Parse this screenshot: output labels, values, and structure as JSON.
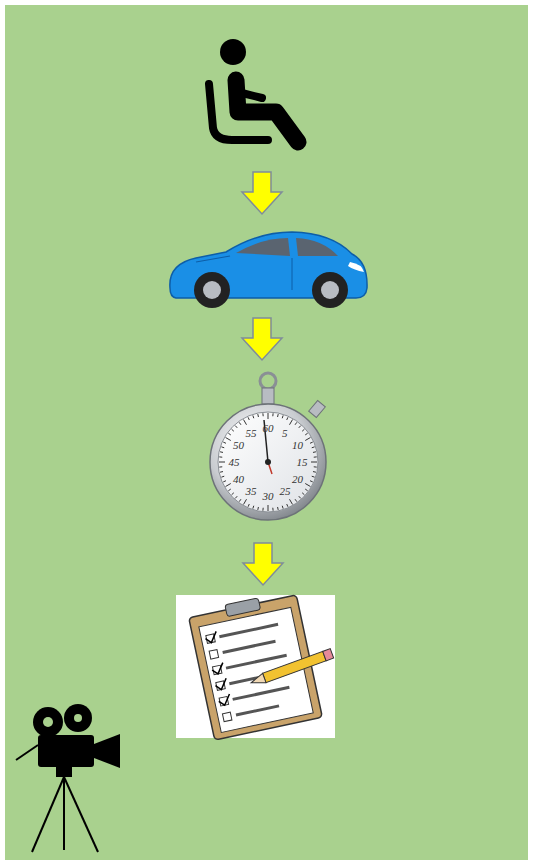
{
  "diagram": {
    "labels": [
      "60",
      "5",
      "10",
      "15",
      "20",
      "25",
      "30",
      "35",
      "40",
      "45",
      "50",
      "55"
    ]
  }
}
